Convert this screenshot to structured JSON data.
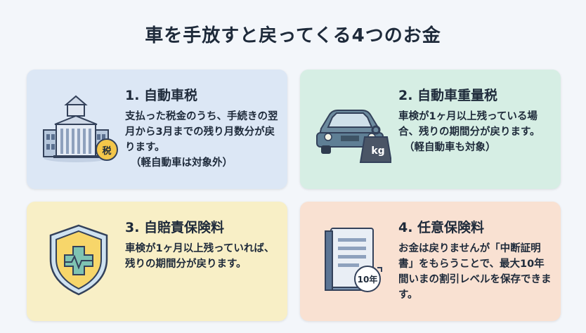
{
  "title": "車を手放すと戻ってくる4つのお金",
  "cards": [
    {
      "heading": "1. 自動車税",
      "body": "支払った税金のうち、手続きの翌月から3月までの残り月数分が戻ります。",
      "note": "（軽自動車は対象外）",
      "icon": "government-building-icon",
      "badge": "税"
    },
    {
      "heading": "2. 自動車重量税",
      "body": "車検が1ヶ月以上残っている場合、残りの期間分が戻ります。",
      "note": "（軽自動車も対象）",
      "icon": "car-weight-icon",
      "badge": "kg"
    },
    {
      "heading": "3. 自賠責保険料",
      "body": "車検が1ヶ月以上残っていれば、残りの期間分が戻ります。",
      "icon": "shield-medical-icon"
    },
    {
      "heading": "4. 任意保険料",
      "body": "お金は戻りませんが「中断証明書」をもらうことで、最大10年間いまの割引レベルを保存できます。",
      "icon": "certificate-document-icon",
      "badge": "10年"
    }
  ],
  "colors": {
    "card1": "#dce7f5",
    "card2": "#d6eee4",
    "card3": "#f8efc6",
    "card4": "#f9e1d2"
  }
}
